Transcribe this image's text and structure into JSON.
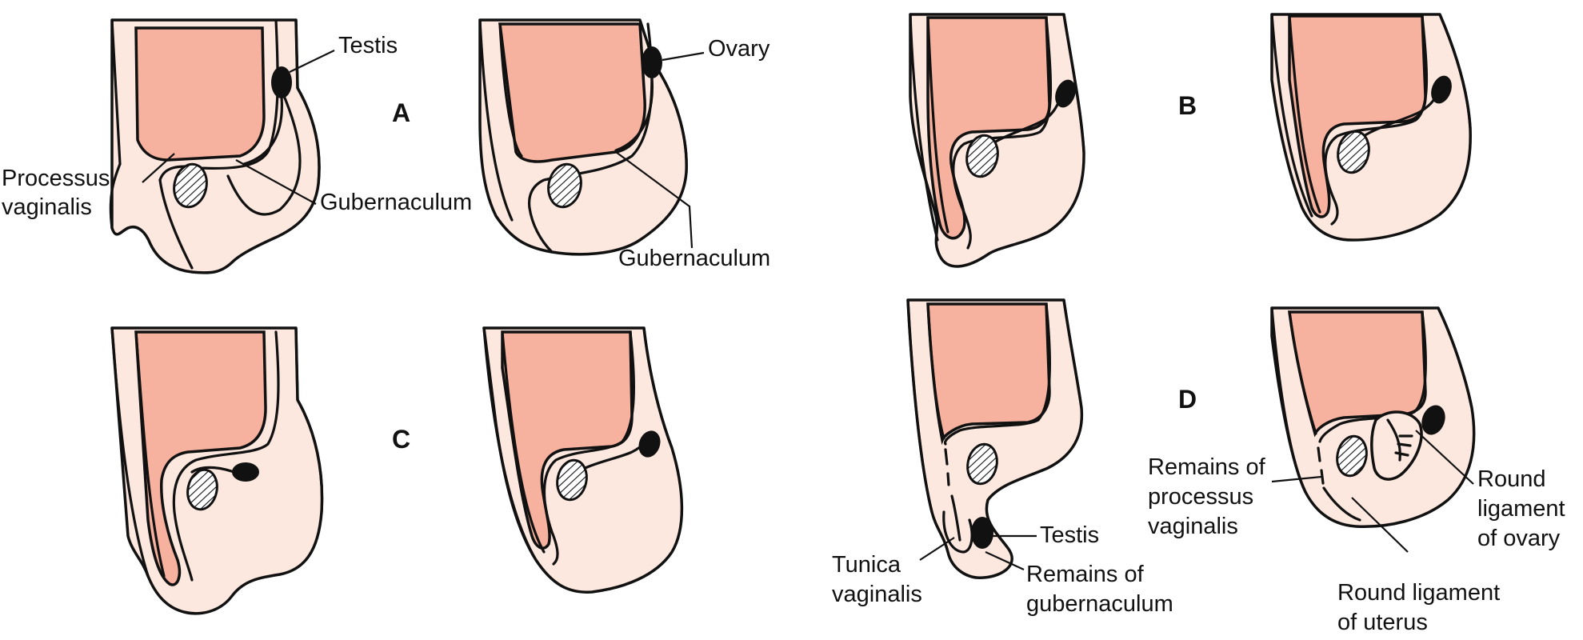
{
  "panels": {
    "A": "A",
    "B": "B",
    "C": "C",
    "D": "D"
  },
  "labels": {
    "testis": "Testis",
    "ovary": "Ovary",
    "processus_vaginalis_1": "Processus",
    "processus_vaginalis_2": "vaginalis",
    "gubernaculum_male": "Gubernaculum",
    "gubernaculum_female": "Gubernaculum",
    "testis_d": "Testis",
    "tunica_1": "Tunica",
    "tunica_2": "vaginalis",
    "remains_gub_1": "Remains of",
    "remains_gub_2": "gubernaculum",
    "remains_pv_1": "Remains of",
    "remains_pv_2": "processus",
    "remains_pv_3": "vaginalis",
    "round_lig_ovary_1": "Round",
    "round_lig_ovary_2": "ligament",
    "round_lig_ovary_3": "of ovary",
    "round_lig_uterus_1": "Round ligament",
    "round_lig_uterus_2": "of uterus"
  },
  "colors": {
    "wall": "#fde8df",
    "cavity": "#f6b29f",
    "outline": "#111111"
  }
}
